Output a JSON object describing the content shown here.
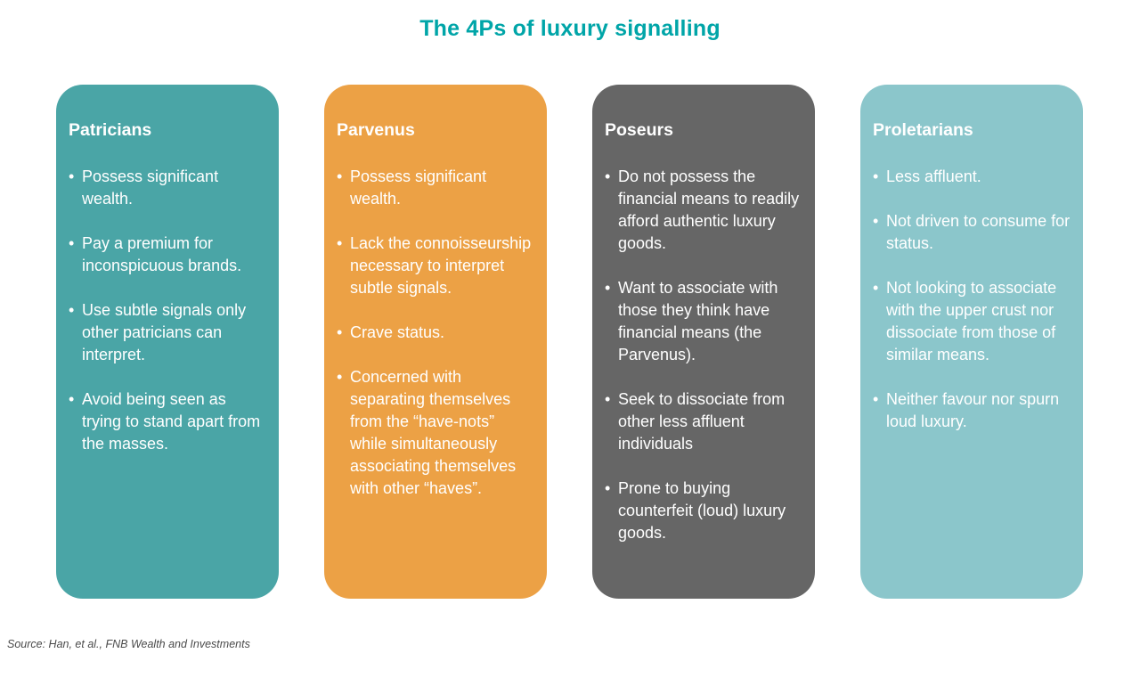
{
  "title": "The 4Ps of luxury signalling",
  "source": "Source: Han, et al., FNB Wealth and Investments",
  "colors": {
    "title": "#00A5A8",
    "card_text": "#FFFFFF",
    "source_text": "#4A4A4A",
    "background": "#FFFFFF"
  },
  "cards": [
    {
      "title": "Patricians",
      "color": "#4AA5A6",
      "bullets": [
        "Possess significant wealth.",
        "Pay a premium for inconspicuous brands.",
        "Use subtle signals only other patricians can interpret.",
        "Avoid being seen as trying to stand apart from the masses."
      ]
    },
    {
      "title": "Parvenus",
      "color": "#ECA145",
      "bullets": [
        "Possess significant wealth.",
        "Lack the connoisseurship necessary to interpret subtle signals.",
        "Crave status.",
        "Concerned with separating themselves from the “have-nots” while simultaneously associating themselves with other “haves”."
      ]
    },
    {
      "title": "Poseurs",
      "color": "#666666",
      "bullets": [
        "Do not possess the financial means to readily afford authentic luxury goods.",
        "Want to associate with those they think have financial means (the Parvenus).",
        "Seek to dissociate from other less affluent individuals",
        "Prone to buying counterfeit (loud) luxury goods."
      ]
    },
    {
      "title": "Proletarians",
      "color": "#8BC6CB",
      "bullets": [
        "Less affluent.",
        "Not driven to consume for status.",
        "Not looking to associate with the upper crust nor dissociate from those of similar means.",
        "Neither favour nor spurn loud luxury."
      ]
    }
  ]
}
